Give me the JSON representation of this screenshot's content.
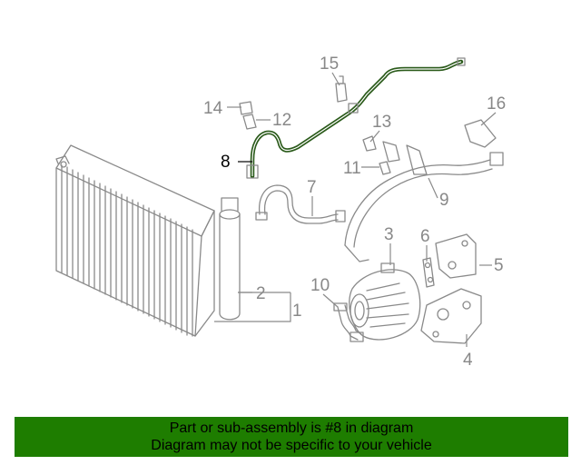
{
  "diagram": {
    "callouts": [
      {
        "id": "c1",
        "text": "1",
        "highlight": false
      },
      {
        "id": "c2",
        "text": "2",
        "highlight": false
      },
      {
        "id": "c3",
        "text": "3",
        "highlight": false
      },
      {
        "id": "c4",
        "text": "4",
        "highlight": false
      },
      {
        "id": "c5",
        "text": "5",
        "highlight": false
      },
      {
        "id": "c6",
        "text": "6",
        "highlight": false
      },
      {
        "id": "c7",
        "text": "7",
        "highlight": false
      },
      {
        "id": "c8",
        "text": "8",
        "highlight": true
      },
      {
        "id": "c9",
        "text": "9",
        "highlight": false
      },
      {
        "id": "c10",
        "text": "10",
        "highlight": false
      },
      {
        "id": "c11",
        "text": "11",
        "highlight": false
      },
      {
        "id": "c12",
        "text": "12",
        "highlight": false
      },
      {
        "id": "c13",
        "text": "13",
        "highlight": false
      },
      {
        "id": "c14",
        "text": "14",
        "highlight": false
      },
      {
        "id": "c15",
        "text": "15",
        "highlight": false
      },
      {
        "id": "c16",
        "text": "16",
        "highlight": false
      }
    ],
    "colors": {
      "line_art": "#8a8a8a",
      "highlight_part": "#2a5a1a",
      "highlight_callout": "#000000"
    }
  },
  "banner": {
    "line1": "Part or sub-assembly is #8 in diagram",
    "line2": "Diagram may not be specific to your vehicle",
    "background": "#1e7d00",
    "text_color": "#000000"
  }
}
